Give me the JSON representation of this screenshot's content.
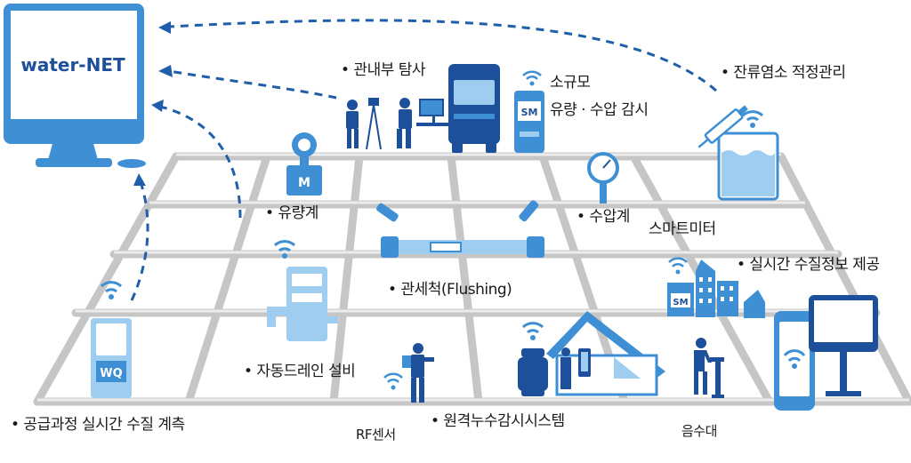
{
  "monitor": {
    "title": "water-NET"
  },
  "labels": {
    "pipe_inspection": "• 관내부 탐사",
    "small_scale_1": "소규모",
    "small_scale_2": "유량 · 수압 감시",
    "chlorine": "• 잔류염소 적정관리",
    "flowmeter": "• 유량계",
    "pressure_gauge": "• 수압계",
    "smart_meter": "스마트미터",
    "flushing": "• 관세척(Flushing)",
    "realtime_info": "• 실시간 수질정보 제공",
    "auto_drain": "• 자동드레인 설비",
    "supply_monitor": "• 공급과정 실시간 수질 계측",
    "rf_sensor": "RF센서",
    "leak_system": "• 원격누수감시시스템",
    "fountain": "음수대"
  },
  "badges": {
    "meter": "M",
    "small_scale": "SM",
    "water_quality": "WQ",
    "building": "SM"
  },
  "colors": {
    "primary": "#3e8fd4",
    "light": "#9fcdf0",
    "dark": "#1d4f9a",
    "grid": "#c8c8c8"
  }
}
